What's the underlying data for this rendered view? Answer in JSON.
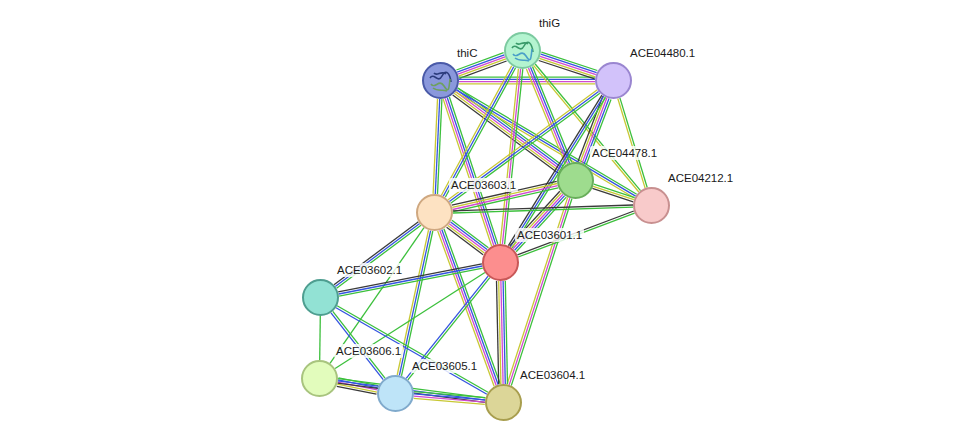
{
  "diagram": {
    "nodes": [
      {
        "text": [
          "thiG"
        ]
      },
      {
        "text": [
          "thiC"
        ]
      },
      {
        "text": [
          "ACE04480.1"
        ]
      },
      {
        "text": [
          "ACE04478.1"
        ]
      },
      {
        "text": [
          "ACE04212.1"
        ]
      },
      {
        "text": [
          "ACE03603.1"
        ]
      },
      {
        "text": [
          "ACE03601.1"
        ]
      },
      {
        "text": [
          "ACE03602.1"
        ]
      },
      {
        "text": [
          "ACE03606.1"
        ]
      },
      {
        "text": [
          "ACE03605.1"
        ]
      },
      {
        "text": [
          "ACE03604.1"
        ]
      }
    ],
    "edges": [
      {
        "from": 1,
        "to": 0,
        "arrow": "none"
      },
      {
        "from": 1,
        "to": 2,
        "arrow": "none"
      },
      {
        "from": 1,
        "to": 3,
        "arrow": "none"
      },
      {
        "from": 1,
        "to": 4,
        "arrow": "none"
      },
      {
        "from": 1,
        "to": 5,
        "arrow": "none"
      },
      {
        "from": 1,
        "to": 6,
        "arrow": "none"
      },
      {
        "from": 0,
        "to": 2,
        "arrow": "none"
      },
      {
        "from": 0,
        "to": 3,
        "arrow": "none"
      },
      {
        "from": 0,
        "to": 4,
        "arrow": "none"
      },
      {
        "from": 0,
        "to": 5,
        "arrow": "none"
      },
      {
        "from": 0,
        "to": 6,
        "arrow": "none"
      },
      {
        "from": 2,
        "to": 3,
        "arrow": "none"
      },
      {
        "from": 2,
        "to": 4,
        "arrow": "none"
      },
      {
        "from": 2,
        "to": 5,
        "arrow": "none"
      },
      {
        "from": 2,
        "to": 6,
        "arrow": "none"
      },
      {
        "from": 3,
        "to": 4,
        "arrow": "none"
      },
      {
        "from": 3,
        "to": 5,
        "arrow": "none"
      },
      {
        "from": 3,
        "to": 6,
        "arrow": "none"
      },
      {
        "from": 3,
        "to": 10,
        "arrow": "none"
      },
      {
        "from": 4,
        "to": 5,
        "arrow": "none"
      },
      {
        "from": 4,
        "to": 6,
        "arrow": "none"
      },
      {
        "from": 5,
        "to": 6,
        "arrow": "none"
      },
      {
        "from": 5,
        "to": 7,
        "arrow": "none"
      },
      {
        "from": 5,
        "to": 8,
        "arrow": "none"
      },
      {
        "from": 5,
        "to": 9,
        "arrow": "none"
      },
      {
        "from": 5,
        "to": 10,
        "arrow": "none"
      },
      {
        "from": 6,
        "to": 7,
        "arrow": "none"
      },
      {
        "from": 6,
        "to": 8,
        "arrow": "none"
      },
      {
        "from": 6,
        "to": 9,
        "arrow": "none"
      },
      {
        "from": 6,
        "to": 10,
        "arrow": "none"
      },
      {
        "from": 7,
        "to": 8,
        "arrow": "none"
      },
      {
        "from": 7,
        "to": 9,
        "arrow": "none"
      },
      {
        "from": 7,
        "to": 10,
        "arrow": "none"
      },
      {
        "from": 8,
        "to": 9,
        "arrow": "none"
      },
      {
        "from": 8,
        "to": 10,
        "arrow": "none"
      },
      {
        "from": 9,
        "to": 10,
        "arrow": "none"
      }
    ]
  }
}
